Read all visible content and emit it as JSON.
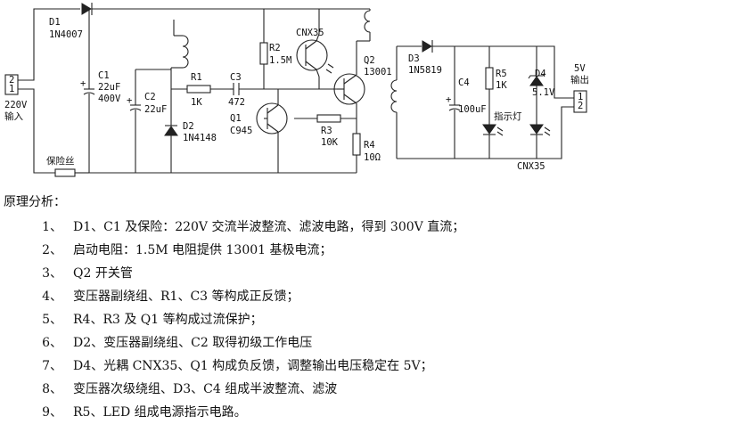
{
  "schematic": {
    "input": {
      "voltage": "220V",
      "label": "输入",
      "pin1": "2",
      "pin2": "1"
    },
    "fuse": "保险丝",
    "D1": {
      "ref": "D1",
      "part": "1N4007"
    },
    "C1": {
      "ref": "C1",
      "value": "22uF",
      "voltage": "400V"
    },
    "C2": {
      "ref": "C2",
      "value": "22uF"
    },
    "D2": {
      "ref": "D2",
      "part": "1N4148"
    },
    "R1": {
      "ref": "R1",
      "value": "1K"
    },
    "C3": {
      "ref": "C3",
      "value": "472"
    },
    "R2": {
      "ref": "R2",
      "value": "1.5M"
    },
    "optocoupler": "CNX35",
    "Q1": {
      "ref": "Q1",
      "part": "C945"
    },
    "Q2": {
      "ref": "Q2",
      "part": "13001"
    },
    "R3": {
      "ref": "R3",
      "value": "10K"
    },
    "R4": {
      "ref": "R4",
      "value": "10Ω"
    },
    "D3": {
      "ref": "D3",
      "part": "1N5819"
    },
    "C4": {
      "ref": "C4",
      "value": "100uF"
    },
    "R5": {
      "ref": "R5",
      "value": "1K"
    },
    "D4": {
      "ref": "D4",
      "value": "5.1V"
    },
    "indicator": "指示灯",
    "opto_bottom": "CNX35",
    "output": {
      "voltage": "5V",
      "label": "输出",
      "pin1": "1",
      "pin2": "2"
    }
  },
  "analysis": {
    "title": "原理分析：",
    "items": [
      {
        "num": "1、",
        "text": "D1、C1 及保险：220V 交流半波整流、滤波电路，得到 300V 直流；"
      },
      {
        "num": "2、",
        "text": "启动电阻：1.5M 电阻提供 13001 基极电流；"
      },
      {
        "num": "3、",
        "text": "Q2 开关管"
      },
      {
        "num": "4、",
        "text": "变压器副绕组、R1、C3 等构成正反馈；"
      },
      {
        "num": "5、",
        "text": "R4、R3 及 Q1 等构成过流保护；"
      },
      {
        "num": "6、",
        "text": "D2、变压器副绕组、C2 取得初级工作电压"
      },
      {
        "num": "7、",
        "text": "D4、光耦 CNX35、Q1 构成负反馈，调整输出电压稳定在 5V；"
      },
      {
        "num": "8、",
        "text": "变压器次级绕组、D3、C4 组成半波整流、滤波"
      },
      {
        "num": "9、",
        "text": "R5、LED 组成电源指示电路。"
      }
    ]
  }
}
